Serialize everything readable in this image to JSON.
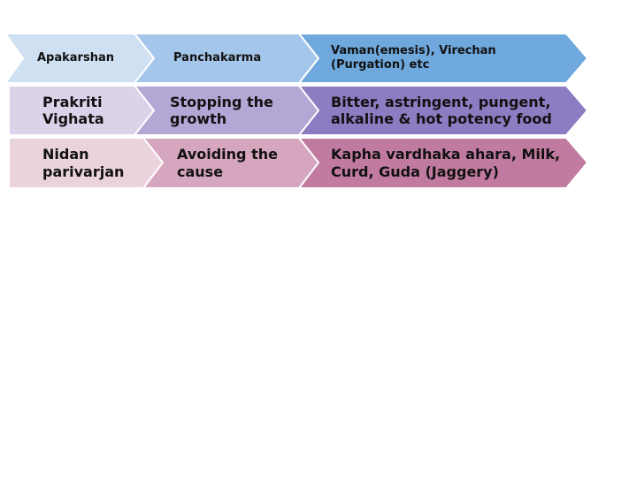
{
  "rows": [
    {
      "cells": [
        {
          "text": "Apakarshan",
          "color": "#cfe0f3"
        },
        {
          "text": "Panchakarma",
          "color": "#a4c6ea"
        },
        {
          "text": "Vaman(emesis), Virechan (Purgation) etc",
          "color": "#6fa8dc"
        }
      ]
    },
    {
      "cells": [
        {
          "text": "Prakriti Vighata",
          "color": "#dcd3ea"
        },
        {
          "text": "Stopping the growth",
          "color": "#b4a7d6"
        },
        {
          "text": "Bitter, astringent, pungent, alkaline & hot potency food",
          "color": "#8e7cc3"
        }
      ]
    },
    {
      "cells": [
        {
          "text": "Nidan parivarjan",
          "color": "#ead3dd"
        },
        {
          "text": "Avoiding the cause",
          "color": "#d5a6bd"
        },
        {
          "text": "Kapha vardhaka ahara, Milk, Curd, Guda (Jaggery)",
          "color": "#c27ba0"
        }
      ]
    }
  ]
}
